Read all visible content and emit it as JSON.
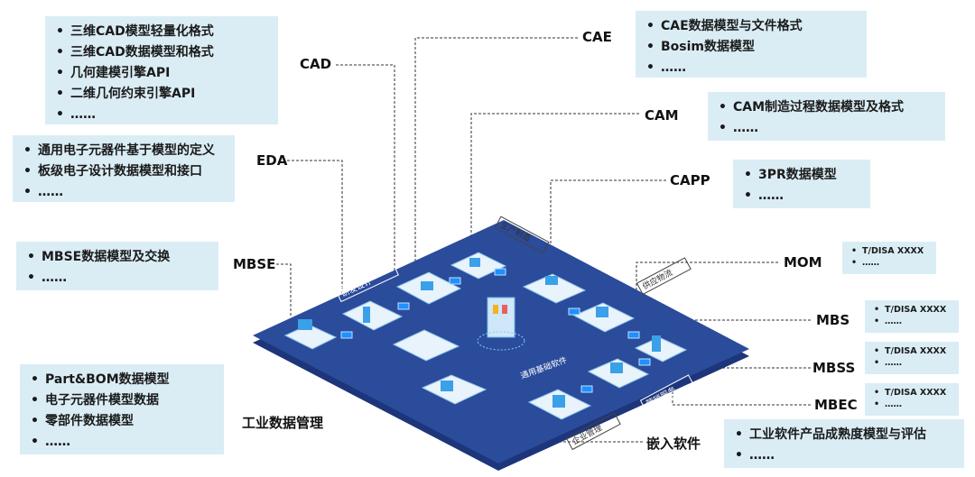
{
  "labels": {
    "cad": "CAD",
    "cae": "CAE",
    "cam": "CAM",
    "capp": "CAPP",
    "eda": "EDA",
    "mbse": "MBSE",
    "mom": "MOM",
    "mbs": "MBS",
    "mbss": "MBSS",
    "mbec": "MBEC",
    "embedded": "嵌入软件",
    "industrial_data": "工业数据管理"
  },
  "boxes": {
    "cad": [
      "三维CAD模型轻量化格式",
      "三维CAD数据模型和格式",
      "几何建模引擎API",
      "二维几何约束引擎API",
      "……"
    ],
    "cae": [
      "CAE数据模型与文件格式",
      "Bosim数据模型",
      "……"
    ],
    "cam": [
      "CAM制造过程数据模型及格式",
      "……"
    ],
    "capp": [
      "3PR数据模型",
      "……"
    ],
    "eda": [
      "通用电子元器件基于模型的定义",
      "板级电子设计数据模型和接口",
      "……"
    ],
    "mbse": [
      "MBSE数据模型及交换",
      "……"
    ],
    "mom": [
      "T/DISA XXXX",
      "……"
    ],
    "mbs": [
      "T/DISA XXXX",
      "……"
    ],
    "mbss": [
      "T/DISA XXXX",
      "……"
    ],
    "mbec": [
      "T/DISA XXXX",
      "……"
    ],
    "embedded": [
      "工业软件产品成熟度模型与评估",
      "……"
    ],
    "industrial": [
      "Part&BOM数据模型",
      "电子元器件模型数据",
      "零部件数据模型",
      "……"
    ]
  },
  "platform_tags": {
    "rd": "研发设计",
    "production": "生产制造",
    "supply": "供应物流",
    "base": "通用基础软件",
    "marketing": "营销服务",
    "enterprise": "企业管理"
  },
  "colors": {
    "box_bg": "#daedf5",
    "platform": "#2b4b9b",
    "platform_edge": "#1d357a",
    "tile": "#e8f3fb",
    "accent": "#3aa0e8"
  }
}
